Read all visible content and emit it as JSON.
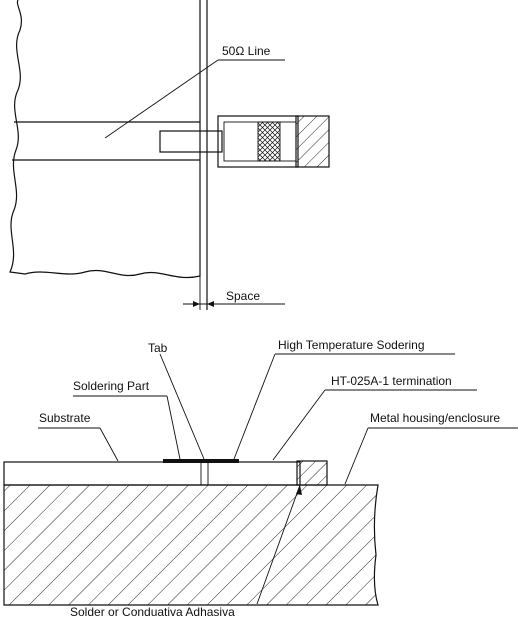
{
  "top_view": {
    "line_label": "50Ω Line",
    "space_label": "Space"
  },
  "side_view": {
    "tab_label": "Tab",
    "high_temp_label": "High Temperature Sodering",
    "soldering_part_label": "Soldering Part",
    "termination_label": "HT-025A-1 termination",
    "substrate_label": "Substrate",
    "housing_label": "Metal housing/enclosure",
    "solder_label": "Solder or Conduativa Adhasiva"
  }
}
